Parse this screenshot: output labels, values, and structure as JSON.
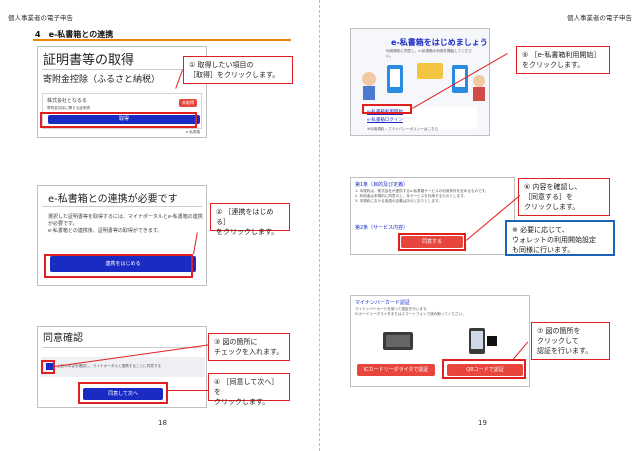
{
  "left": {
    "header": "個人事業者の電子申告",
    "section_title": "4　e-私書箱との連携",
    "page_number": "18",
    "shot1": {
      "title": "証明書等の取得",
      "subtitle": "寄附金控除（ふるさと納税）",
      "card_line1": "株式会社となるる",
      "card_line2": "寄附金控除に関する証明書",
      "card_badge": "未取得",
      "get_button": "取得",
      "footer": "e-私書箱"
    },
    "callout1": "① 取得したい項目の\n［取得］をクリックします。",
    "shot2": {
      "title": "e-私書箱との連携が必要です",
      "body": "選択した証明書等を取得するには、マイナポータルとe-私書箱の連携が必要です。\ne-私書箱との連携後、証明書等の取得ができます。",
      "button": "連携をはじめる"
    },
    "callout2": "② ［連携をはじめる］\nをクリックします。",
    "shot3": {
      "title": "同意確認",
      "checkbox_text": "上記の内容を確認し、マイナポータルと連携することに同意する",
      "button": "同意して次へ"
    },
    "callout3": "③ 図の箇所に\nチェックを入れます。",
    "callout4": "④ ［同意して次へ］を\nクリックします。"
  },
  "right": {
    "header": "個人事業者の電子申告",
    "page_number": "19",
    "shot5": {
      "title": "e-私書箱をはじめましょう",
      "line1": "利用規約に同意し、e-私書箱の利用を開始してください。",
      "link1": "e-私書箱利用開始",
      "link2": "e-私書箱ログイン",
      "note": "※利用規約・プライバシーポリシーはこちら"
    },
    "callout5": "⑤ ［e-私書箱利用開始］\nをクリックします。",
    "shot6": {
      "title": "第1条（目的及び定義）",
      "text": "1. 本規約は、株式会社が提供するe-私書箱サービスの利用条件を定めるものです。\n2. 利用者は本規約に同意の上、本サービスを利用するものとします。\n3. 本規約における用語の定義は次のとおりとします。",
      "footer": "第2条（サービス内容）",
      "button": "同意する"
    },
    "callout6": "⑥ 内容を確認し、\n［同意する］を\nクリックします。",
    "callout_note": "※ 必要に応じて、\nウォレットの利用開始設定\nも同様に行います。",
    "shot7": {
      "title": "マイナンバーカード認証",
      "text": "マイナンバーカードを使って認証を行います。\nICカードリーダライタまたはスマートフォンで読み取ってください。",
      "btn_ic": "ICカードリーダライタで認証",
      "btn_qr": "QRコードで認証"
    },
    "callout7": "⑦ 図の箇所を\nクリックして\n認証を行います。"
  },
  "colors": {
    "accent_red": "#e02020",
    "blue_button": "#1a2bc4",
    "orange_rule": "#e8840c",
    "note_blue": "#1a63b8"
  }
}
